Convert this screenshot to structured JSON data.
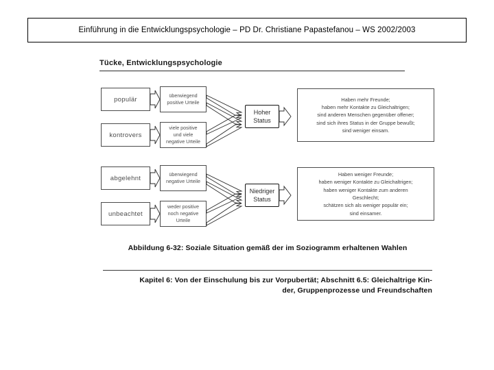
{
  "slide": {
    "title": "Einführung in die Entwicklungspsychologie – PD Dr. Christiane Papastefanou – WS 2002/2003"
  },
  "figure": {
    "heading": "Tücke, Entwicklungspsychologie",
    "caption": "Abbildung 6-32: Soziale Situation gemäß der im Soziogramm erhaltenen Wahlen",
    "footer_line1": "Kapitel 6: Von der Einschulung bis zur Vorpubertät; Abschnitt 6.5: Gleichaltrige Kin-",
    "footer_line2": "der, Gruppenprozesse und Freundschaften"
  },
  "diagram": {
    "rows": [
      {
        "status": "Hoher\nStatus",
        "status_line1": "Hoher",
        "status_line2": "Status",
        "categories": [
          {
            "label": "populär",
            "judgement_line1": "überwiegend",
            "judgement_line2": "positive Urteile",
            "judgement_line3": ""
          },
          {
            "label": "kontrovers",
            "judgement_line1": "viele positive",
            "judgement_line2": "und viele",
            "judgement_line3": "negative Urteile"
          }
        ],
        "outcome": [
          "Haben mehr Freunde;",
          "haben mehr Kontakte zu Gleichaltrigen;",
          "sind anderen Menschen gegenüber offener;",
          "sind sich ihres Status in der Gruppe bewußt;",
          "sind weniger einsam."
        ]
      },
      {
        "status": "Niedriger\nStatus",
        "status_line1": "Niedriger",
        "status_line2": "Status",
        "categories": [
          {
            "label": "abgelehnt",
            "judgement_line1": "überwiegend",
            "judgement_line2": "negative Urteile",
            "judgement_line3": ""
          },
          {
            "label": "unbeachtet",
            "judgement_line1": "weder positive",
            "judgement_line2": "noch negative",
            "judgement_line3": "Urteile"
          }
        ],
        "outcome": [
          "Haben weniger Freunde;",
          "haben weniger Kontakte zu Gleichaltrigen;",
          "haben weniger Kontakte zum anderen",
          "Geschlecht;",
          "schätzen sich als weniger populär ein;",
          "sind einsamer."
        ]
      }
    ]
  },
  "colors": {
    "ink": "#000000",
    "box_border": "#4a4a4a",
    "box_text": "#4d4d4d",
    "status_border": "#111111",
    "background": "#ffffff"
  }
}
